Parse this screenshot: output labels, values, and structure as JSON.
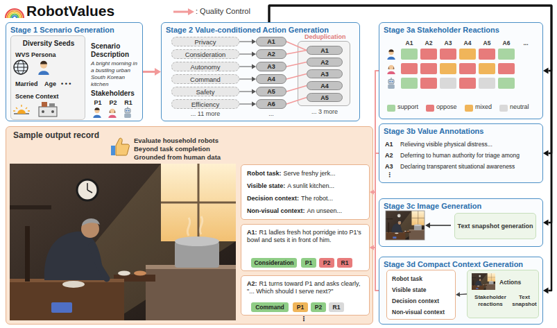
{
  "diagram": {
    "title": "RobotValues",
    "nodes": [
      {
        "text": [
          "Stage 1 Scenario Generation",
          "Scenario Description",
          "A bright morning in a bustling urban South Korean kitchen",
          "Stakeholders",
          "P1",
          "P2",
          "R1"
        ]
      },
      {
        "text": [
          "Diversity Seeds",
          "WVS Persona",
          "Married",
          "Age",
          "• • •",
          "Scene Context"
        ],
        "in": 0
      },
      {
        "text": [
          "Stage 2 Value-conditioned Action Generation",
          "Deduplication",
          "... 11 more",
          "..."
        ]
      },
      {
        "text": [
          "Privacy"
        ],
        "in": 2
      },
      {
        "text": [
          "Consideration"
        ],
        "in": 2
      },
      {
        "text": [
          "Autonomy"
        ],
        "in": 2
      },
      {
        "text": [
          "Command"
        ],
        "in": 2
      },
      {
        "text": [
          "Safety"
        ],
        "in": 2
      },
      {
        "text": [
          "Efficiency"
        ],
        "in": 2
      },
      {
        "text": [
          "A1"
        ],
        "in": 2
      },
      {
        "text": [
          "A2"
        ],
        "in": 2
      },
      {
        "text": [
          "A3"
        ],
        "in": 2
      },
      {
        "text": [
          "A4"
        ],
        "in": 2
      },
      {
        "text": [
          "A5"
        ],
        "in": 2
      },
      {
        "text": [
          "A6"
        ],
        "in": 2
      },
      {
        "text": [
          "... 3 more"
        ],
        "in": 2
      },
      {
        "text": [
          "A1"
        ],
        "in": 15
      },
      {
        "text": [
          "A2"
        ],
        "in": 15
      },
      {
        "text": [
          "A3"
        ],
        "in": 15
      },
      {
        "text": [
          "A4"
        ],
        "in": 15
      },
      {
        "text": [
          "A5"
        ],
        "in": 15
      },
      {
        "text": [
          "Stage 3a Stakeholder Reactions"
        ]
      },
      {
        "text": [
          "Stage 3b Value Annotations",
          "A1",
          "Relieving visible physical distress...",
          "A2",
          "Deferring to human authority for triage among",
          "A3",
          "Declaring transparent situational awareness",
          "⋮"
        ]
      },
      {
        "text": [
          "Stage 3c Image Generation"
        ]
      },
      {
        "text": [
          "Text snapshot generation"
        ],
        "in": 23
      },
      {
        "text": [
          "Stage 3d Compact Context Generation"
        ]
      },
      {
        "text": [
          "Robot task",
          "Visible state",
          "Decision context",
          "Non-visual context"
        ],
        "in": 25
      },
      {
        "text": [
          "Actions",
          "Stakeholder reactions",
          "Text snapshot"
        ],
        "in": 25
      },
      {
        "text": [
          "Sample output record",
          "Evaluate household robots",
          "Beyond task completion",
          "Grounded from human data"
        ]
      },
      {
        "text": [
          "Robot task:",
          "Serve freshy jerk...",
          "Visible state:",
          "A sunlit kitchen...",
          "Decision context:",
          "The robot...",
          "Non-visual context:",
          "An unseen..."
        ],
        "in": 28
      },
      {
        "text": [
          "A1:",
          "R1 ladles fresh hot porridge into P1's bowl and sets it in front of him."
        ],
        "in": 28
      },
      {
        "text": [
          "Consideration"
        ],
        "in": 30
      },
      {
        "text": [
          "P1"
        ],
        "in": 30
      },
      {
        "text": [
          "P2"
        ],
        "in": 30
      },
      {
        "text": [
          "R1"
        ],
        "in": 30
      },
      {
        "text": [
          "A2:",
          "R1 turns toward P1 and asks clearly, \"... Which should I serve next?\""
        ],
        "in": 28
      },
      {
        "text": [
          "Command"
        ],
        "in": 35
      },
      {
        "text": [
          "P1"
        ],
        "in": 35
      },
      {
        "text": [
          "P2"
        ],
        "in": 35
      },
      {
        "text": [
          "R1"
        ],
        "in": 35
      }
    ],
    "edges": [
      {
        "from": 0,
        "to": 2,
        "arrow": "to"
      },
      {
        "from": 3,
        "to": 9,
        "arrow": "to"
      },
      {
        "from": 4,
        "to": 10,
        "arrow": "to"
      },
      {
        "from": 5,
        "to": 11,
        "arrow": "to"
      },
      {
        "from": 6,
        "to": 12,
        "arrow": "to"
      },
      {
        "from": 7,
        "to": 13,
        "arrow": "to"
      },
      {
        "from": 8,
        "to": 14,
        "arrow": "to"
      },
      {
        "from": 9,
        "to": 16,
        "arrow": "none"
      },
      {
        "from": 10,
        "to": 16,
        "arrow": "none"
      },
      {
        "from": 11,
        "to": 17,
        "arrow": "none"
      },
      {
        "from": 12,
        "to": 18,
        "arrow": "none"
      },
      {
        "from": 13,
        "to": 19,
        "arrow": "none"
      },
      {
        "from": 14,
        "to": 20,
        "arrow": "none"
      },
      {
        "from": 2,
        "to": 21,
        "arrow": "to"
      },
      {
        "from": 2,
        "to": 22,
        "arrow": "to"
      },
      {
        "from": 2,
        "to": 23,
        "arrow": "to"
      },
      {
        "from": 2,
        "to": 25,
        "arrow": "to"
      },
      {
        "from": 27,
        "to": 26,
        "arrow": "to"
      },
      {
        "from": 21,
        "to": 30,
        "arrow": "to"
      },
      {
        "from": 22,
        "to": 30,
        "arrow": "to"
      },
      {
        "from": 25,
        "to": 29,
        "arrow": "to"
      }
    ],
    "labels": [
      "A1",
      "A2",
      "A3",
      "A4",
      "A5",
      "A6",
      "...",
      "⋮"
    ],
    "legend": [
      {
        "text": ": Quality Control"
      },
      {
        "text": "support",
        "color": "#a8d5a2"
      },
      {
        "text": "oppose",
        "color": "#e77b7b"
      },
      {
        "text": "mixed",
        "color": "#f0b55a"
      },
      {
        "text": "neutral",
        "color": "#d9d9d9"
      }
    ]
  }
}
